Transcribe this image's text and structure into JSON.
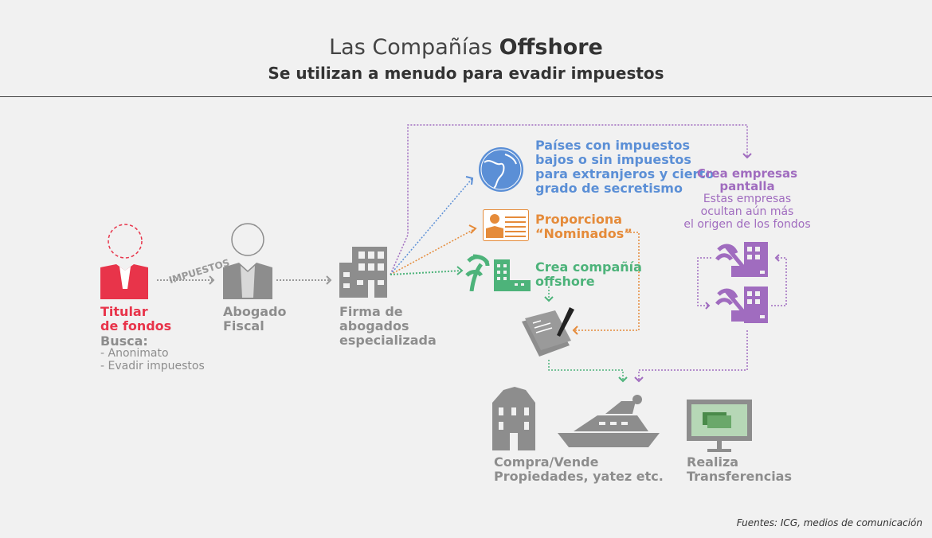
{
  "header": {
    "title_light": "Las Compañías",
    "title_bold": "Offshore",
    "subtitle": "Se utilizan a menudo para evadir impuestos"
  },
  "arrow_label": "IMPUESTOS",
  "titular": {
    "name1": "Titular",
    "name2": "de fondos",
    "busca": "Busca:",
    "item1": "- Anonimato",
    "item2": "- Evadir impuestos"
  },
  "abogado": {
    "line1": "Abogado",
    "line2": "Fiscal"
  },
  "firma": {
    "line1": "Firma de",
    "line2": "abogados",
    "line3": "especializada"
  },
  "paises": {
    "line1": "Países con impuestos",
    "line2": "bajos o sin impuestos",
    "line3": "para extranjeros y cierto",
    "line4": "grado de secretismo"
  },
  "nominados": {
    "line1": "Proporciona",
    "line2": "“Nominados”"
  },
  "offshore": {
    "line1": "Crea compañía",
    "line2": "offshore"
  },
  "pantalla": {
    "line1": "Crea empresas",
    "line2": "pantalla",
    "desc1": "Estas empresas",
    "desc2": "ocultan aún más",
    "desc3": "el origen de los fondos"
  },
  "compra": {
    "line1": "Compra/Vende",
    "line2": "Propiedades, yatez etc."
  },
  "transfer": {
    "line1": "Realiza",
    "line2": "Transferencias"
  },
  "source": "Fuentes: ICG, medios de comunicación",
  "colors": {
    "red": "#e8344a",
    "gray": "#8d8d8d",
    "blue": "#5b8fd6",
    "orange": "#e58b3a",
    "green": "#4db37a",
    "purple": "#a06cbf"
  }
}
